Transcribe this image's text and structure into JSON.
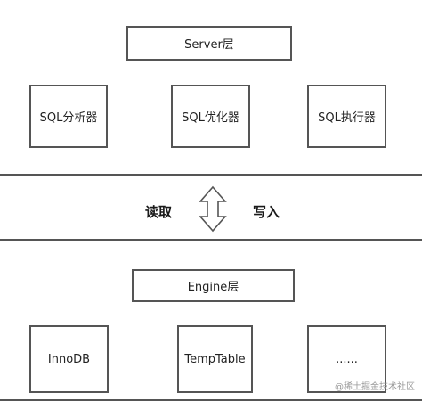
{
  "server_layer": {
    "title": "Server层",
    "components": [
      "SQL分析器",
      "SQL优化器",
      "SQL执行器"
    ]
  },
  "middle": {
    "read_label": "读取",
    "write_label": "写入"
  },
  "engine_layer": {
    "title": "Engine层",
    "components": [
      "InnoDB",
      "TempTable",
      "......"
    ]
  },
  "watermark": "@稀土掘金技术社区",
  "colors": {
    "border": "#555555",
    "background": "#ffffff",
    "text": "#222222"
  }
}
